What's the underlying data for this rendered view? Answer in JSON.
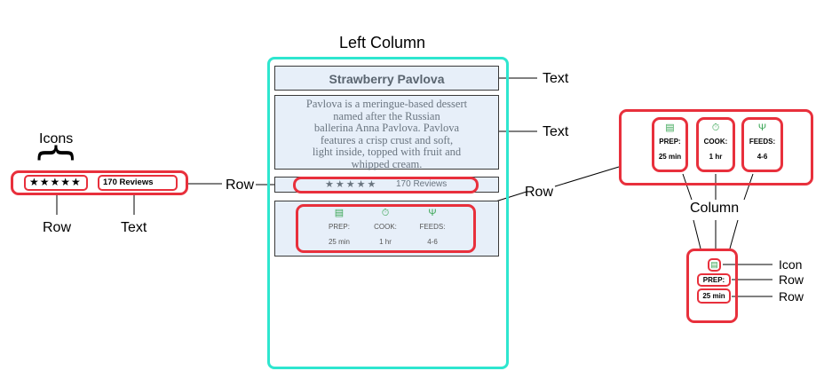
{
  "left_column_label": "Left Column",
  "recipe": {
    "title": "Strawberry Pavlova",
    "description_lines": [
      "Pavlova is a meringue-based dessert",
      "named after the Russian",
      "ballerina Anna Pavlova. Pavlova",
      "features a crisp crust and soft,",
      "light inside, topped with fruit and",
      "whipped cream."
    ],
    "stars": "★★★★★",
    "reviews": "170 Reviews",
    "stats": [
      {
        "icon": "prep-icon",
        "label": "PREP:",
        "value": "25 min"
      },
      {
        "icon": "timer-icon",
        "label": "COOK:",
        "value": "1 hr"
      },
      {
        "icon": "utensils-icon",
        "label": "FEEDS:",
        "value": "4-6"
      }
    ]
  },
  "annotations": {
    "text_title": "Text",
    "text_desc": "Text",
    "row_reviews": "Row",
    "row_stats": "Row",
    "icons": "Icons",
    "icons_brace": "{",
    "row_left": "Row",
    "text_left": "Text",
    "column": "Column",
    "icon": "Icon",
    "row_a": "Row",
    "row_b": "Row"
  },
  "colors": {
    "accent": "#e8303c",
    "column_border": "#2ee6cf",
    "panel": "#e7eff9",
    "icon_green": "#3aa655"
  }
}
